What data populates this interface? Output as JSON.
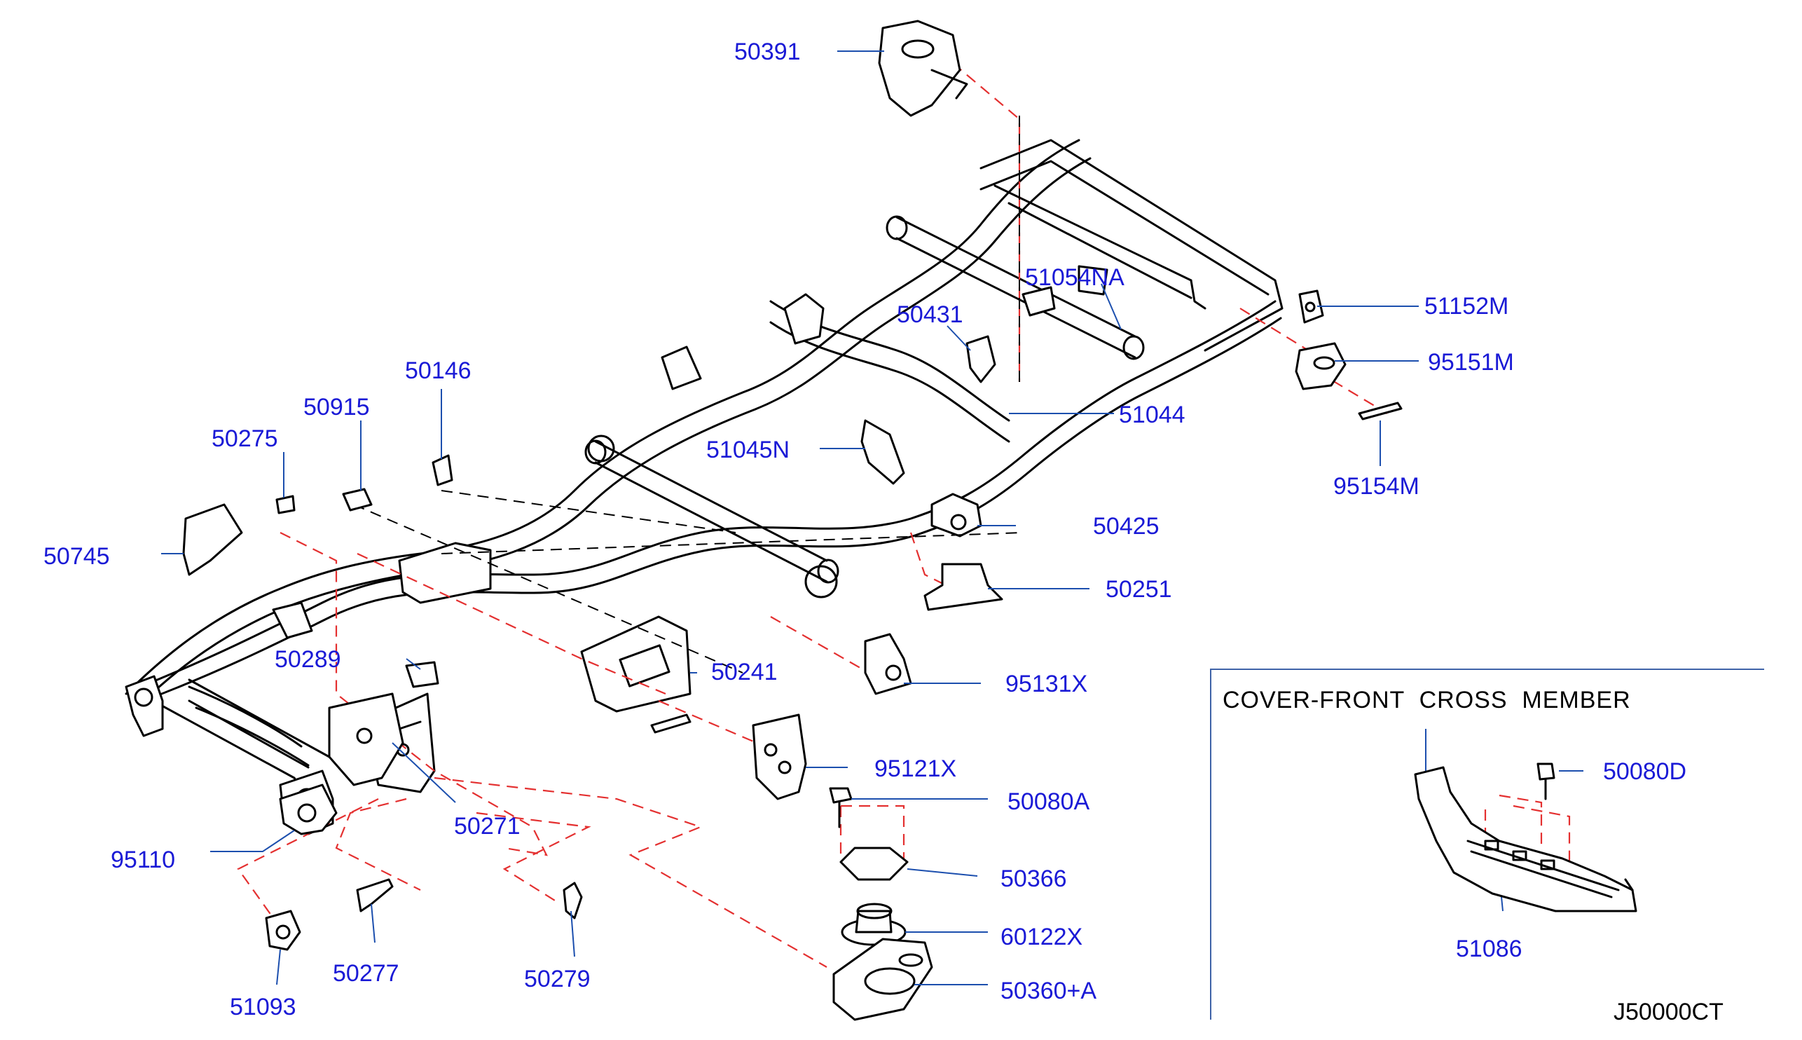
{
  "diagram": {
    "parts": [
      {
        "id": "50391",
        "label": "50391"
      },
      {
        "id": "51054NA",
        "label": "51054NA"
      },
      {
        "id": "50431",
        "label": "50431"
      },
      {
        "id": "51152M",
        "label": "51152M"
      },
      {
        "id": "95151M",
        "label": "95151M"
      },
      {
        "id": "51044",
        "label": "51044"
      },
      {
        "id": "95154M",
        "label": "95154M"
      },
      {
        "id": "50146",
        "label": "50146"
      },
      {
        "id": "50915",
        "label": "50915"
      },
      {
        "id": "50275",
        "label": "50275"
      },
      {
        "id": "51045N",
        "label": "51045N"
      },
      {
        "id": "50425",
        "label": "50425"
      },
      {
        "id": "50745",
        "label": "50745"
      },
      {
        "id": "50251",
        "label": "50251"
      },
      {
        "id": "50289",
        "label": "50289"
      },
      {
        "id": "50241",
        "label": "50241"
      },
      {
        "id": "95131X",
        "label": "95131X"
      },
      {
        "id": "95121X",
        "label": "95121X"
      },
      {
        "id": "50080A",
        "label": "50080A"
      },
      {
        "id": "50271",
        "label": "50271"
      },
      {
        "id": "95110",
        "label": "95110"
      },
      {
        "id": "50366",
        "label": "50366"
      },
      {
        "id": "60122X",
        "label": "60122X"
      },
      {
        "id": "50360A",
        "label": "50360+A"
      },
      {
        "id": "50277",
        "label": "50277"
      },
      {
        "id": "50279",
        "label": "50279"
      },
      {
        "id": "51093",
        "label": "51093"
      },
      {
        "id": "50080D",
        "label": "50080D"
      },
      {
        "id": "51086",
        "label": "51086"
      }
    ],
    "inset_title": "COVER-FRONT  CROSS  MEMBER",
    "diagram_code": "J50000CT"
  },
  "colors": {
    "label": "#1a1ad6",
    "leader": "#1c4fae",
    "dashed_guide": "#e43030",
    "line_art": "#000000"
  }
}
